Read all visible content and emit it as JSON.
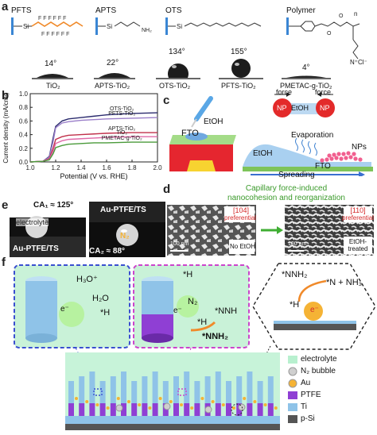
{
  "panels": {
    "a": {
      "label": "a",
      "molecules": [
        "PFTS",
        "APTS",
        "OTS",
        "Polymer"
      ],
      "ammonium": "N⁺Cl⁻",
      "contact_angles": [
        {
          "angle": "14°",
          "sample": "TiO₂"
        },
        {
          "angle": "22°",
          "sample": "APTS-TiO₂"
        },
        {
          "angle": "134°",
          "sample": "OTS-TiO₂"
        },
        {
          "angle": "155°",
          "sample": "PFTS-TiO₂"
        },
        {
          "angle": "4°",
          "sample": "PMETAC-g-TiO₂"
        }
      ]
    },
    "b": {
      "label": "b"
    },
    "c": {
      "label": "c",
      "fto_left": "FTO",
      "etoh_left": "EtOH",
      "force_left": "force",
      "force_right": "force",
      "np_left": "NP",
      "np_right": "NP",
      "etoh_mid": "EtOH",
      "evaporation": "Evaporation",
      "nps": "NPs",
      "etoh_right": "EtOH",
      "fto_right": "FTO",
      "spreading": "Spreading"
    },
    "d": {
      "label": "d",
      "title_line1": "Capillary force-induced",
      "title_line2": "nanocohesion and reorganization",
      "left_tag_line1": "[104]",
      "left_tag_line2": "preferential",
      "left_scale": "100 nm",
      "left_caption": "No EtOH",
      "right_tag_line1": "[110]",
      "right_tag_line2": "preferential",
      "right_scale": "100 nm",
      "right_caption_line1": "EtOH-",
      "right_caption_line2": "treated"
    },
    "e": {
      "label": "e",
      "ca1": "CA₁ ≈ 125°",
      "electrolyte": "electrolyte",
      "left_sample": "Au-PTFE/TS",
      "right_sample": "Au-PTFE/TS",
      "bubble": "N₂",
      "ca2": "CA₂ ≈ 88°"
    },
    "f": {
      "label": "f",
      "box1_h3o": "H₃O⁺",
      "box1_h2o": "H₂O",
      "box1_h": "*H",
      "box1_e": "e⁻",
      "box2_n2": "N₂",
      "box2_h1": "*H",
      "box2_nnh": "*NNH",
      "box2_h2": "*H",
      "box2_nnh2": "*NNH₂",
      "box2_e": "e⁻",
      "hex_nnh2": "*NNH₂",
      "hex_n_nh3": "*N + NH₃",
      "hex_h": "*H",
      "hex_e": "e⁻",
      "legend": [
        {
          "name": "electrolyte",
          "color": "#b8f0cf"
        },
        {
          "name": "N₂ bubble",
          "color": "#cfcfcf"
        },
        {
          "name": "Au",
          "color": "#f5b335"
        },
        {
          "name": "PTFE",
          "color": "#8f3fd4"
        },
        {
          "name": "Ti",
          "color": "#8fc3e8"
        },
        {
          "name": "p-Si",
          "color": "#555555"
        }
      ]
    }
  },
  "chart_data": {
    "type": "line",
    "xlabel": "Potential (V vs. RHE)",
    "ylabel": "Current density (mA/cm²)",
    "xlim": [
      1.0,
      2.0
    ],
    "ylim": [
      0,
      1.0
    ],
    "xticks": [
      1.0,
      1.2,
      1.4,
      1.6,
      1.8,
      2.0
    ],
    "yticks": [
      0.0,
      0.2,
      0.4,
      0.6,
      0.8,
      1.0
    ],
    "series": [
      {
        "name": "OTS-TiO₂",
        "color": "#2b2b6e",
        "x": [
          1.0,
          1.1,
          1.15,
          1.18,
          1.2,
          1.25,
          1.3,
          1.4,
          1.5,
          1.6,
          1.8,
          2.0
        ],
        "y": [
          0.0,
          0.01,
          0.08,
          0.35,
          0.52,
          0.6,
          0.63,
          0.65,
          0.67,
          0.69,
          0.71,
          0.72
        ]
      },
      {
        "name": "PFTS-TiO₂",
        "color": "#9a7ec9",
        "x": [
          1.0,
          1.1,
          1.15,
          1.18,
          1.2,
          1.25,
          1.3,
          1.4,
          1.5,
          1.6,
          1.8,
          2.0
        ],
        "y": [
          0.0,
          0.01,
          0.07,
          0.3,
          0.5,
          0.57,
          0.59,
          0.61,
          0.62,
          0.63,
          0.64,
          0.65
        ]
      },
      {
        "name": "APTS-TiO₂",
        "color": "#c0304a",
        "x": [
          1.0,
          1.1,
          1.15,
          1.18,
          1.2,
          1.25,
          1.3,
          1.4,
          1.5,
          1.6,
          1.8,
          2.0
        ],
        "y": [
          0.0,
          0.01,
          0.05,
          0.2,
          0.33,
          0.37,
          0.39,
          0.4,
          0.41,
          0.42,
          0.43,
          0.43
        ]
      },
      {
        "name": "TiO₂",
        "color": "#e06aa8",
        "x": [
          1.0,
          1.1,
          1.15,
          1.18,
          1.2,
          1.25,
          1.3,
          1.4,
          1.5,
          1.6,
          1.8,
          2.0
        ],
        "y": [
          0.0,
          0.01,
          0.04,
          0.16,
          0.27,
          0.31,
          0.33,
          0.34,
          0.35,
          0.36,
          0.37,
          0.37
        ]
      },
      {
        "name": "PMETAC-g-TiO₂",
        "color": "#4a9a3a",
        "x": [
          1.0,
          1.1,
          1.15,
          1.18,
          1.2,
          1.25,
          1.3,
          1.4,
          1.5,
          1.6,
          1.8,
          2.0
        ],
        "y": [
          0.0,
          0.01,
          0.03,
          0.12,
          0.21,
          0.24,
          0.26,
          0.27,
          0.28,
          0.28,
          0.29,
          0.29
        ]
      }
    ]
  }
}
